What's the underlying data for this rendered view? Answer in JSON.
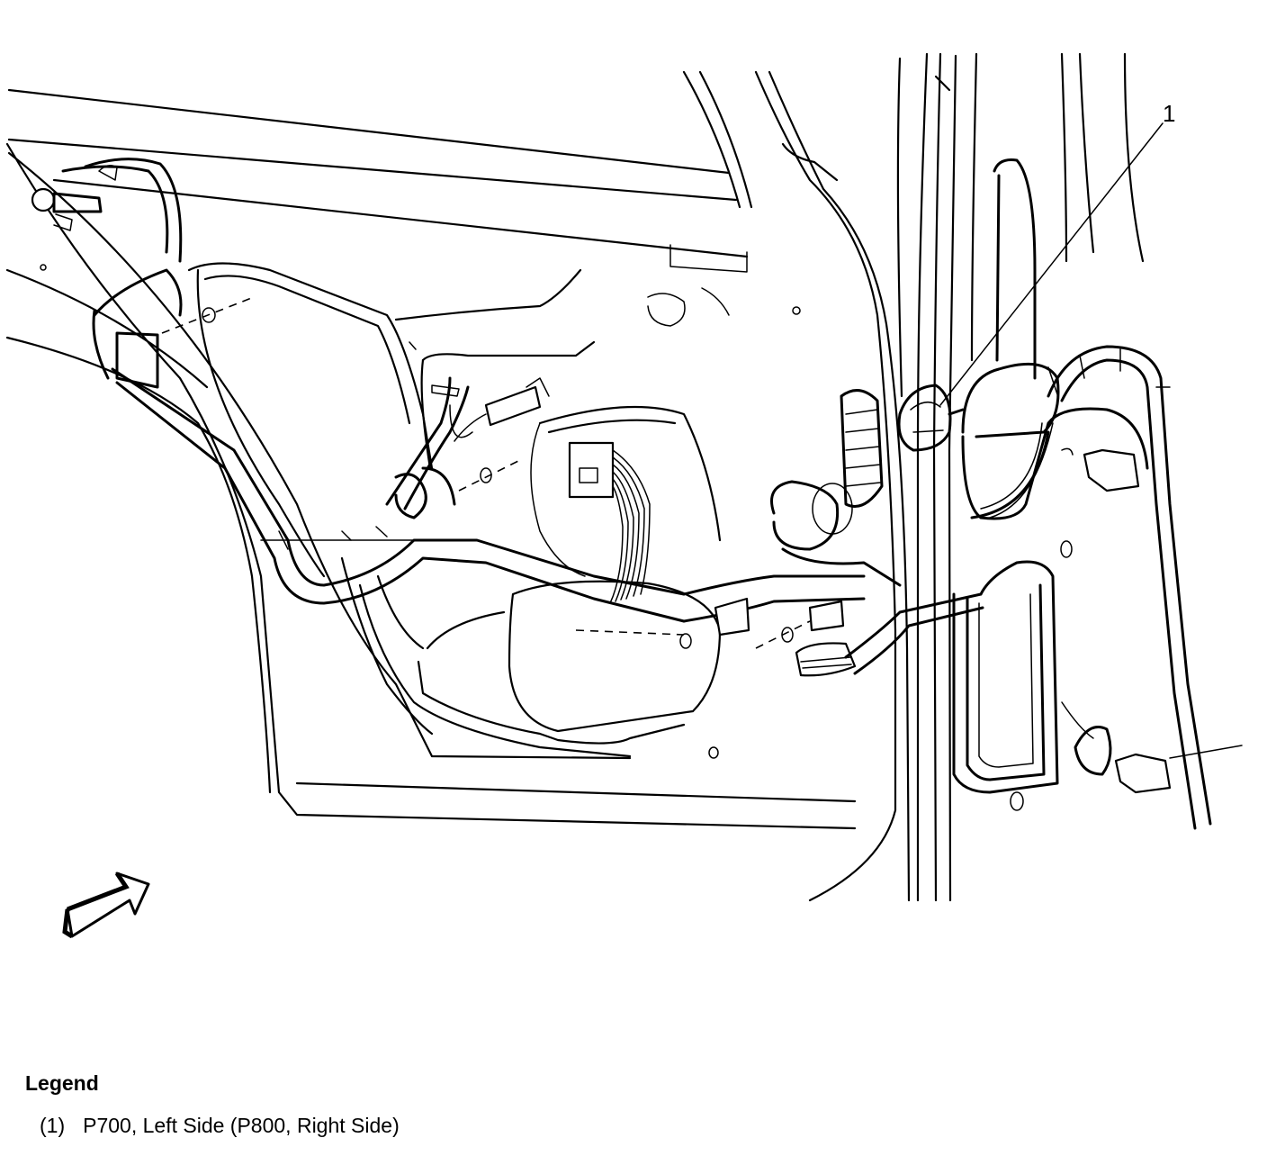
{
  "diagram": {
    "callouts": [
      {
        "number": "1"
      }
    ]
  },
  "legend": {
    "title": "Legend",
    "items": [
      {
        "marker": "(1)",
        "text": "P700, Left Side (P800, Right Side)"
      }
    ]
  }
}
